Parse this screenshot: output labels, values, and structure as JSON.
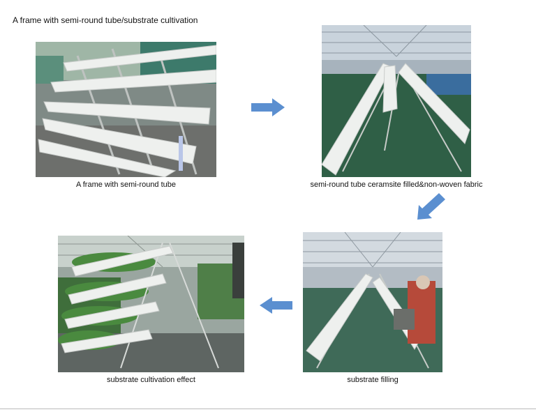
{
  "document": {
    "title": "A frame with semi-round tube/substrate cultivation"
  },
  "figures": [
    {
      "caption": "A frame with semi-round tube"
    },
    {
      "caption": "semi-round tube ceramsite filled&non-woven fabric"
    },
    {
      "caption": "substrate filling"
    },
    {
      "caption": "substrate cultivation effect"
    }
  ],
  "colors": {
    "arrow": "#5b8fd0",
    "greenhouse_floor": "#2f5f46",
    "tube": "#eef0ee"
  },
  "icons": [
    "arrow-right-icon",
    "arrow-down-left-icon",
    "arrow-left-icon"
  ]
}
